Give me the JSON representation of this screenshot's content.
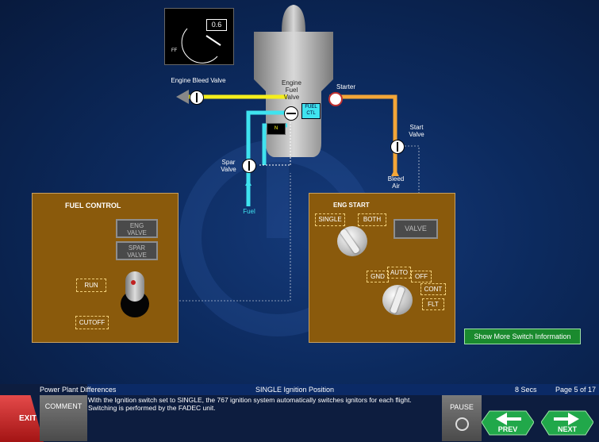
{
  "gauge": {
    "value": "0.6",
    "label": "FF"
  },
  "diagram": {
    "engine_bleed_valve": "Engine Bleed Valve",
    "engine_fuel_valve": "Engine\nFuel\nValve",
    "fuel_ctl": "FUEL\nCTL",
    "starter": "Starter",
    "start_valve": "Start\nValve",
    "bleed_air": "Bleed\nAir",
    "spar_valve": "Spar\nValve",
    "fuel": "Fuel"
  },
  "fuel_control": {
    "title": "FUEL CONTROL",
    "eng_valve": "ENG\nVALVE",
    "spar_valve": "SPAR\nVALVE",
    "run": "RUN",
    "cutoff": "CUTOFF"
  },
  "eng_start": {
    "title": "ENG START",
    "single": "SINGLE",
    "both": "BOTH",
    "valve": "VALVE",
    "gnd": "GND",
    "auto": "AUTO",
    "off": "OFF",
    "cont": "CONT",
    "flt": "FLT"
  },
  "more_info": "Show More Switch Information",
  "status": {
    "course": "Power Plant Differences",
    "topic": "SINGLE Ignition Position",
    "time": "8 Secs",
    "page": "Page 5 of 17",
    "message": "With the Ignition switch set to SINGLE, the 767 ignition system automatically switches ignitors for each flight. Switching is performed by the FADEC unit."
  },
  "buttons": {
    "exit": "EXIT",
    "comment": "COMMENT",
    "pause": "PAUSE",
    "prev": "PREV",
    "next": "NEXT"
  },
  "colors": {
    "bleed_line": "#f4ee1c",
    "start_line": "#f3a638",
    "fuel_line": "#3fe3ef",
    "panel": "#8a5a0c",
    "green_button": "#1a8a2e"
  }
}
